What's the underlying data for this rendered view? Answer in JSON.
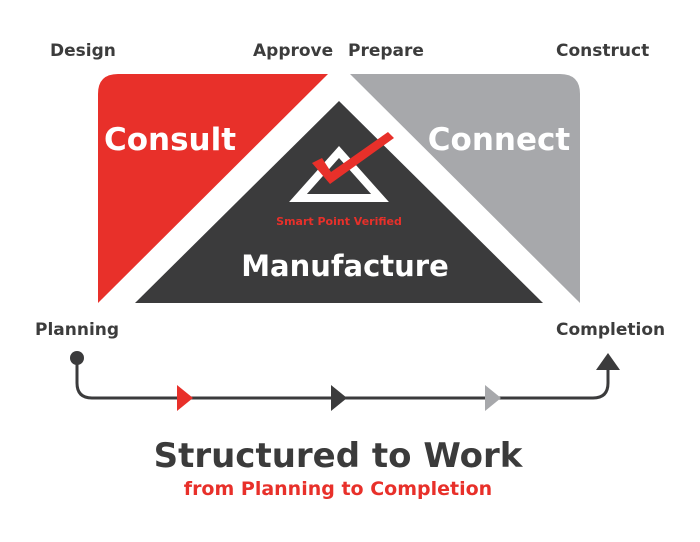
{
  "stages_top": {
    "design": "Design",
    "approve": "Approve",
    "prepare": "Prepare",
    "construct": "Construct"
  },
  "panels": {
    "consult": "Consult",
    "connect": "Connect",
    "manufacture": "Manufacture"
  },
  "logo": {
    "caption": "Smart Point Verified"
  },
  "timeline": {
    "start": "Planning",
    "end": "Completion"
  },
  "footer": {
    "title": "Structured to Work",
    "subtitle": "from Planning to Completion"
  },
  "colors": {
    "red": "#e8302a",
    "grey": "#a7a8ab",
    "dark": "#3b3b3c",
    "text": "#3c3c3c"
  }
}
